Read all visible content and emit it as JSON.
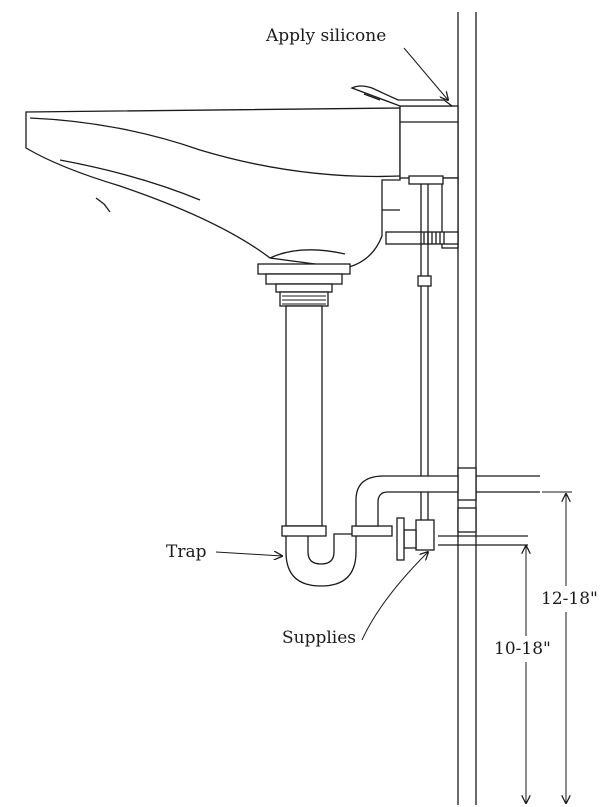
{
  "labels": {
    "apply_silicone": "Apply silicone",
    "trap": "Trap",
    "supplies": "Supplies",
    "dim_drain": "12-18\"",
    "dim_supply": "10-18\""
  },
  "colors": {
    "line": "#1a1a1a",
    "background": "#ffffff"
  }
}
